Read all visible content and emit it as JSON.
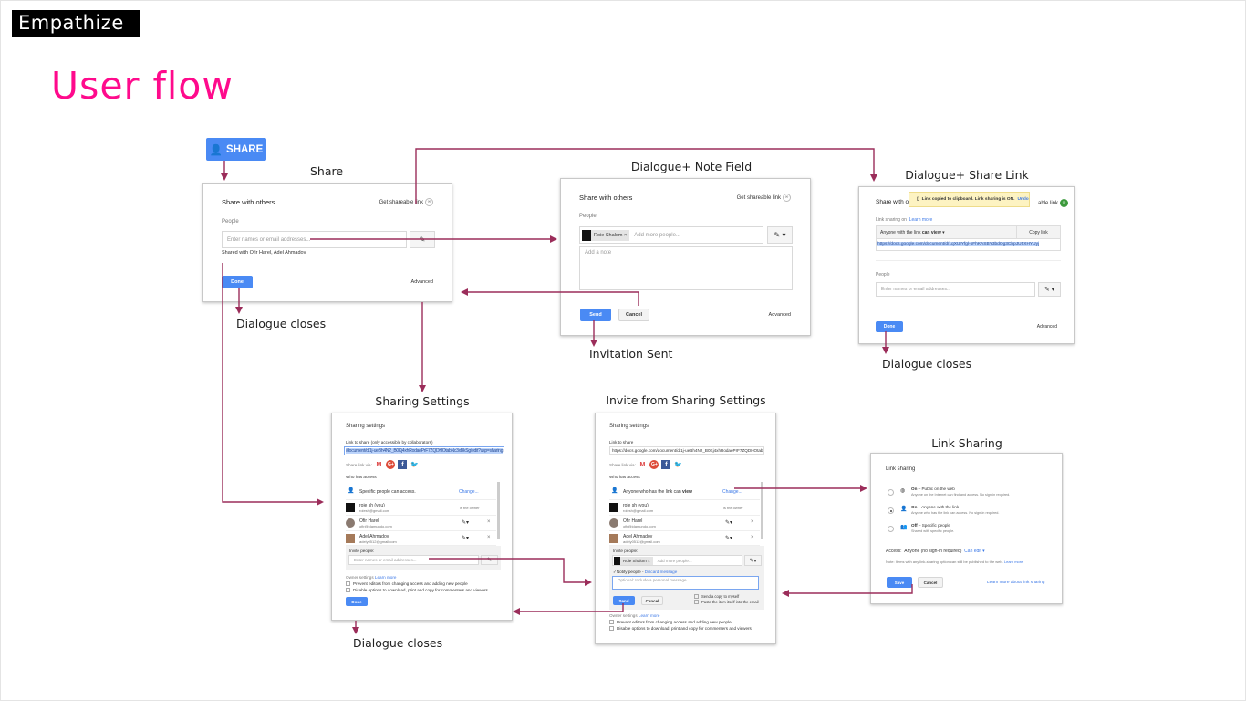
{
  "slide": {
    "section_tag": "Empathize",
    "title": "User flow",
    "title_color": "#ff0a8c",
    "arrow_color": "#9b2d5a"
  },
  "share_button": {
    "label": "SHARE",
    "icon": "person-add-icon",
    "color": "#4a8af4"
  },
  "labels": {
    "share": "Share",
    "note_field": "Dialogue+ Note Field",
    "share_link": "Dialogue+ Share Link",
    "sharing_settings": "Sharing Settings",
    "invite_from_settings": "Invite from Sharing Settings",
    "link_sharing": "Link Sharing",
    "closes_1": "Dialogue closes",
    "invitation_sent": "Invitation Sent",
    "closes_2": "Dialogue closes",
    "closes_3": "Dialogue closes"
  },
  "share_dialog": {
    "title": "Share with others",
    "get_link": "Get shareable link",
    "people": "People",
    "placeholder": "Enter names or email addresses...",
    "shared_with": "Shared with Ofir Harel, Adel Ahmadov",
    "done": "Done",
    "advanced": "Advanced"
  },
  "note_dialog": {
    "title": "Share with others",
    "get_link": "Get shareable link",
    "people": "People",
    "chip": "Roie Shalom",
    "add_more": "Add more people...",
    "note_placeholder": "Add a note",
    "send": "Send",
    "cancel": "Cancel",
    "advanced": "Advanced"
  },
  "link_dialog": {
    "title": "Share with o",
    "toast": "Link copied to clipboard. Link sharing is ON.",
    "undo": "Undo",
    "get_link": "able link",
    "link_on": "Link sharing on",
    "learn_more": "Learn more",
    "access_prefix": "Anyone with the link",
    "access_bold": "can view",
    "copy_link": "Copy link",
    "url": "https://docs.google.com/document/d/1qXUIYfgl-oFhKASBY3bdOg3CbpJU5XHYUyj",
    "people": "People",
    "placeholder": "Enter names or email addresses...",
    "done": "Done",
    "advanced": "Advanced"
  },
  "settings_dialog": {
    "title": "Sharing settings",
    "link_label": "Link to share (only accessible by collaborators)",
    "url": "/document/d/1j-ueBh4N2_B0Kj4xhRodaePrF7ZQDHOtabNc3xBkSg/edit?usp=sharing",
    "share_via": "Share link via:",
    "who": "Who has access",
    "access": "Specific people can access.",
    "change": "Change...",
    "people": [
      {
        "name": "roie sh (you)",
        "email": "roiesh@gmail.com",
        "role": "is the owner"
      },
      {
        "name": "Ofir Harel",
        "email": "ofir@idamundo.com",
        "role": ""
      },
      {
        "name": "Adel Ahmadov",
        "email": "adely0512@gmail.com",
        "role": ""
      }
    ],
    "invite": "Invite people:",
    "placeholder": "Enter names or email addresses...",
    "owner_settings": "Owner settings",
    "learn_more": "Learn more",
    "opt1": "Prevent editors from changing access and adding new people",
    "opt2": "Disable options to download, print and copy for commenters and viewers",
    "done": "Done"
  },
  "invite_dialog": {
    "title": "Sharing settings",
    "link_label": "Link to share",
    "url": "https://docs.google.com/document/d/1j-ueBh4N2_B0Kj4xhRodaePrF7ZQDHOtabNc3x",
    "share_via": "Share link via:",
    "who": "Who has access",
    "access_prefix": "Anyone who has the link can",
    "access_bold": "view",
    "change": "Change...",
    "people": [
      {
        "name": "roie sh (you)",
        "email": "roiesh@gmail.com",
        "role": "is the owner"
      },
      {
        "name": "Ofir Harel",
        "email": "ofir@idamundo.com",
        "role": ""
      },
      {
        "name": "Adel Ahmadov",
        "email": "adely0512@gmail.com",
        "role": ""
      }
    ],
    "invite": "Invite people:",
    "chip": "Roie Shalom",
    "add_more": "Add more people...",
    "notify": "Notify people",
    "discard": "Discard message",
    "message_placeholder": "Optional: Include a personal message...",
    "send": "Send",
    "cancel": "Cancel",
    "copy_self": "Send a copy to myself",
    "paste_item": "Paste the item itself into the email",
    "owner_settings": "Owner settings",
    "learn_more": "Learn more",
    "opt1": "Prevent editors from changing access and adding new people",
    "opt2": "Disable options to download, print and copy for commenters and viewers"
  },
  "link_sharing_dialog": {
    "title": "Link sharing",
    "options": [
      {
        "bold": "On",
        "label": " – Public on the web",
        "desc": "Anyone on the Internet can find and access. No sign-in required.",
        "selected": false,
        "icon": "globe-icon"
      },
      {
        "bold": "On",
        "label": " – Anyone with the link",
        "desc": "Anyone who has the link can access. No sign-in required.",
        "selected": true,
        "icon": "link-person-icon"
      },
      {
        "bold": "Off",
        "label": " – Specific people",
        "desc": "Shared with specific people.",
        "selected": false,
        "icon": "people-icon"
      }
    ],
    "access_label": "Access:",
    "access_value": "Anyone (no sign-in required)",
    "can_edit": "Can edit",
    "note": "Note: Items with any link-sharing option can still be published to the web.",
    "learn_more": "Learn more",
    "save": "Save",
    "cancel": "Cancel",
    "learn_more_link": "Learn more about link sharing"
  }
}
